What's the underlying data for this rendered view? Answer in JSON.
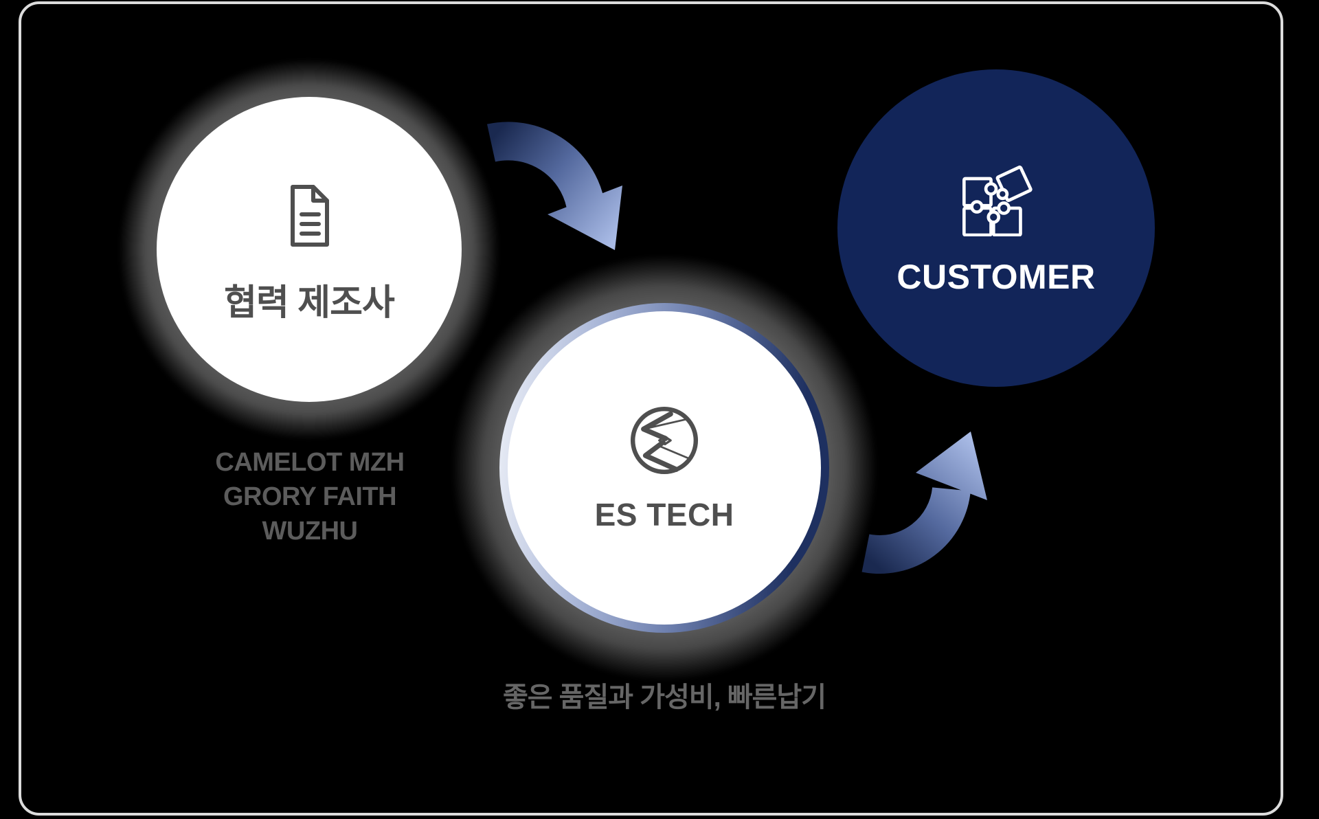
{
  "diagram": {
    "nodes": {
      "partner": {
        "label": "협력 제조사",
        "icon": "document-icon",
        "sublabel_lines": [
          "CAMELOT MZH",
          "GRORY FAITH",
          "WUZHU"
        ]
      },
      "estech": {
        "label": "ES TECH",
        "icon": "estech-logo-icon",
        "tagline": "좋은 품질과 가성비, 빠른납기"
      },
      "customer": {
        "label": "CUSTOMER",
        "icon": "puzzle-icon"
      }
    },
    "arrows": [
      {
        "name": "arrow-partner-to-estech",
        "direction": "down-right"
      },
      {
        "name": "arrow-estech-to-customer",
        "direction": "up-right"
      }
    ]
  },
  "colors": {
    "navy": "#122559",
    "frameline": "#dcdcdc",
    "fuzzgray": "#5a5a5a",
    "ringdark": "#1e3060",
    "ringlight": "#eef1f8",
    "arrowdark": "#1a2950",
    "arrowmid": "#54699e",
    "arrowlight": "#a9bbe6",
    "textdark": "#4f4f4f",
    "textgray": "#5c5c5c",
    "iconwhite": "#ffffff"
  }
}
